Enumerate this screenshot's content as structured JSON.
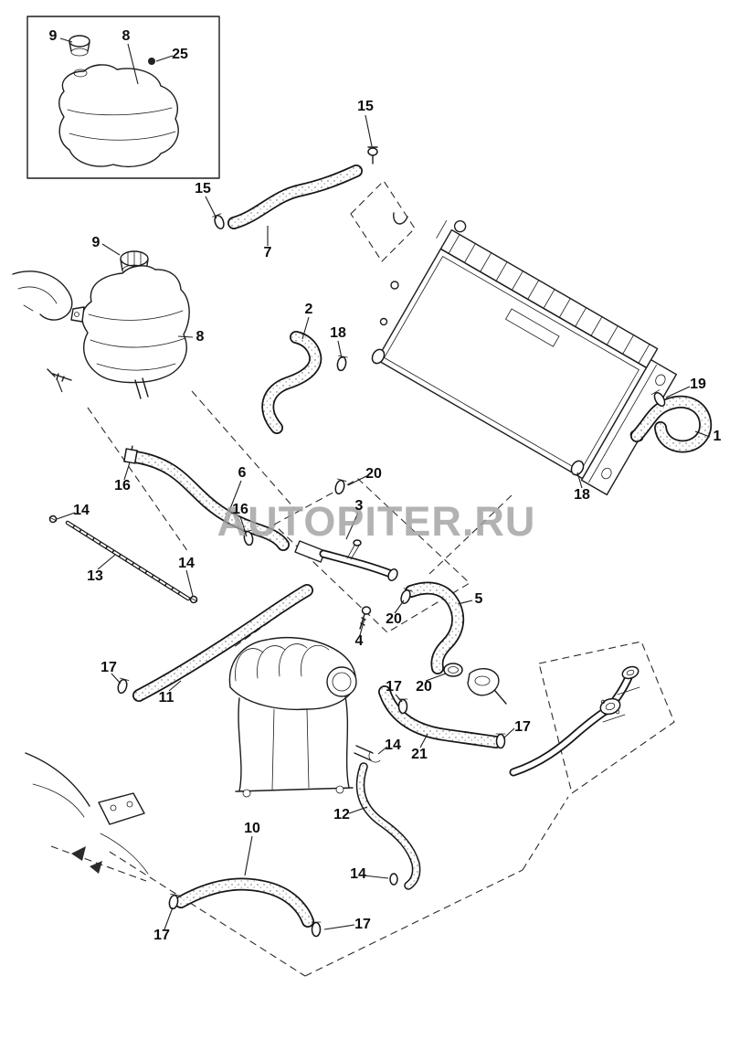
{
  "diagram": {
    "background": "#ffffff",
    "line_color": "#1c1c1c"
  },
  "watermark": {
    "text": "AUTOPITER.RU",
    "color": "#a0a0a0"
  },
  "callouts": [
    {
      "label": "9"
    },
    {
      "label": "8"
    },
    {
      "label": "25"
    },
    {
      "label": "15"
    },
    {
      "label": "15"
    },
    {
      "label": "7"
    },
    {
      "label": "9"
    },
    {
      "label": "8"
    },
    {
      "label": "2"
    },
    {
      "label": "18"
    },
    {
      "label": "19"
    },
    {
      "label": "1"
    },
    {
      "label": "18"
    },
    {
      "label": "6"
    },
    {
      "label": "16"
    },
    {
      "label": "16"
    },
    {
      "label": "20"
    },
    {
      "label": "3"
    },
    {
      "label": "14"
    },
    {
      "label": "13"
    },
    {
      "label": "14"
    },
    {
      "label": "5"
    },
    {
      "label": "20"
    },
    {
      "label": "4"
    },
    {
      "label": "20"
    },
    {
      "label": "17"
    },
    {
      "label": "11"
    },
    {
      "label": "17"
    },
    {
      "label": "21"
    },
    {
      "label": "17"
    },
    {
      "label": "14"
    },
    {
      "label": "12"
    },
    {
      "label": "10"
    },
    {
      "label": "14"
    },
    {
      "label": "17"
    },
    {
      "label": "17"
    }
  ]
}
